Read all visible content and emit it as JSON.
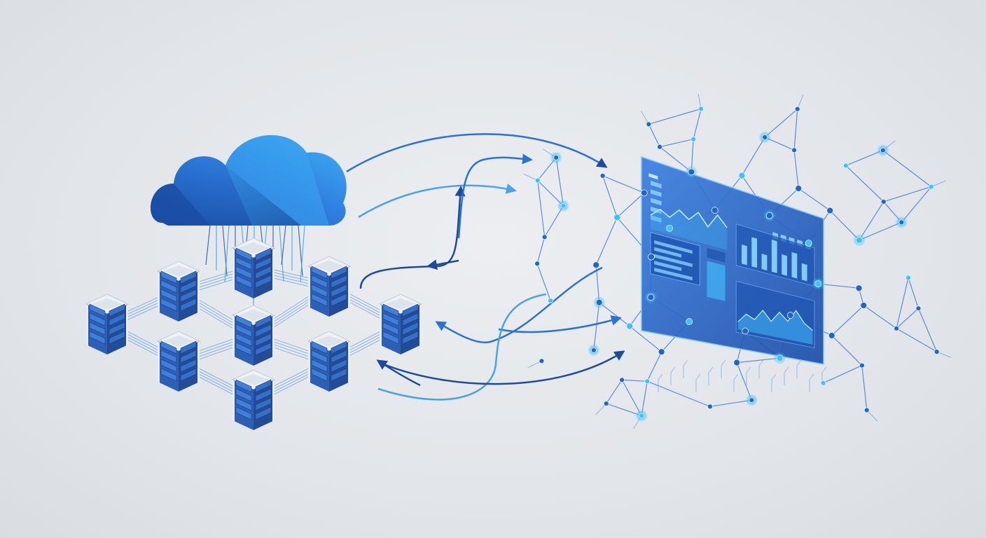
{
  "colors": {
    "background": "#e4e7eb",
    "cloud_dark": "#1a4fa8",
    "cloud_mid": "#2f7fe0",
    "cloud_light": "#3fb2f5",
    "server_face": "#2d5fb5",
    "server_top": "#eef1f5",
    "arrow_dark": "#1d4b9c",
    "arrow_mid": "#2a73d6",
    "arrow_light": "#4aa3ea",
    "network": "#2b6fd0",
    "node_glow": "#3fc0ff",
    "panel": "#2b63c6"
  },
  "icons": {
    "cloud": "cloud-icon",
    "server": "server-rack-icon",
    "dashboard": "dashboard-panel-icon",
    "network": "neural-network-icon"
  },
  "dashboard": {
    "bar_levels": [
      0.55,
      0.85,
      0.45,
      0.95,
      0.6,
      0.75,
      0.5
    ],
    "line_levels": [
      0.3,
      0.55,
      0.4,
      0.7,
      0.5,
      0.8,
      0.45,
      0.9,
      0.6
    ],
    "area_levels": [
      0.2,
      0.45,
      0.35,
      0.65,
      0.4,
      0.7,
      0.5,
      0.85,
      0.55,
      0.4
    ]
  }
}
